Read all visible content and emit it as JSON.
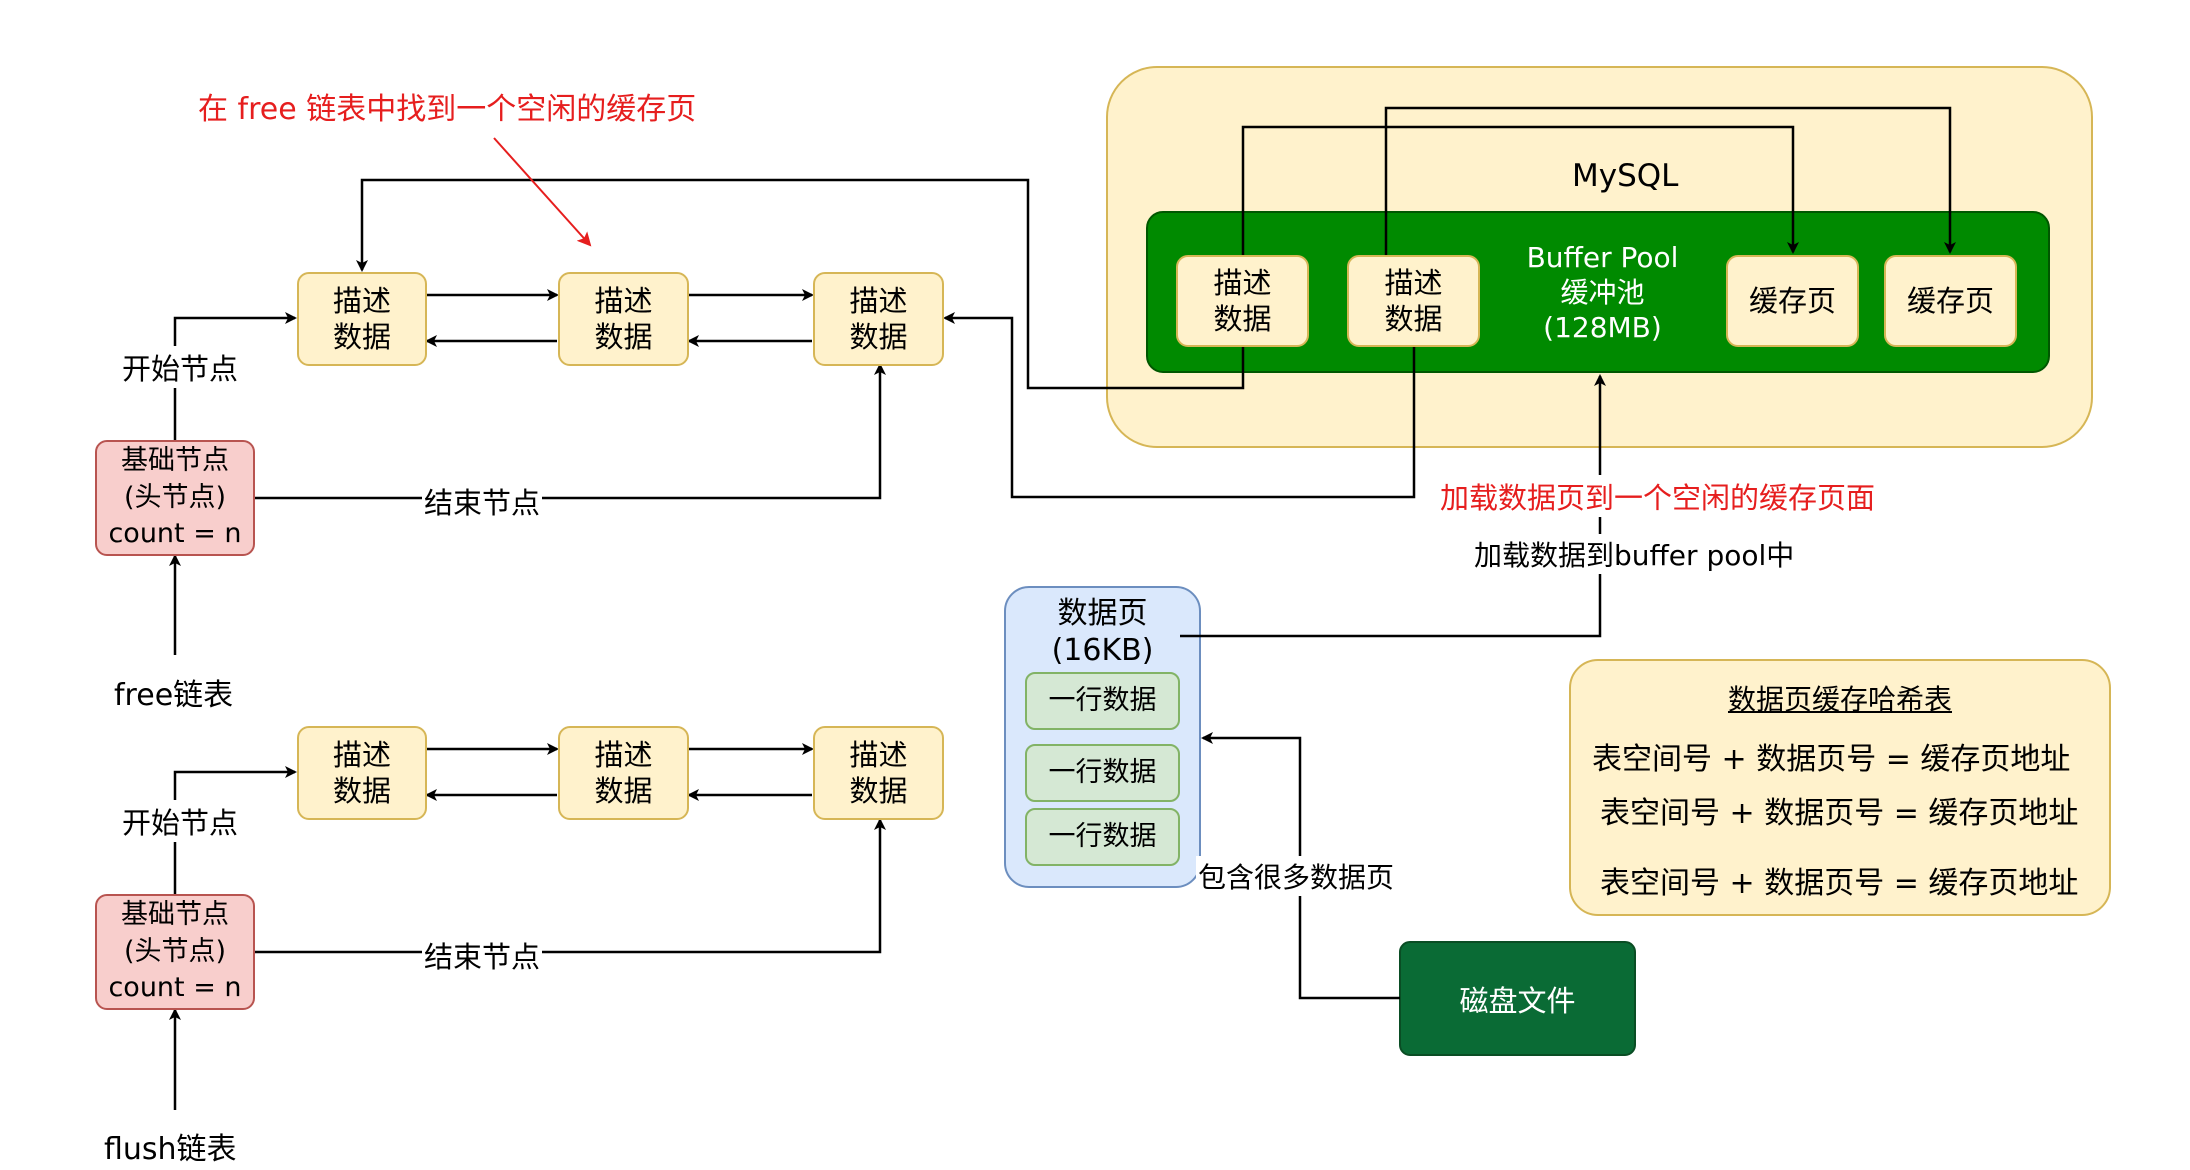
{
  "free_list": {
    "label": "free链表",
    "start_label": "开始节点",
    "end_label": "结束节点",
    "head": {
      "line1": "基础节点",
      "line2": "(头节点)",
      "line3": "count = n"
    },
    "nodes": [
      "描述\n数据",
      "描述\n数据",
      "描述\n数据"
    ]
  },
  "flush_list": {
    "label": "flush链表",
    "start_label": "开始节点",
    "end_label": "结束节点",
    "head": {
      "line1": "基础节点",
      "line2": "(头节点)",
      "line3": "count = n"
    },
    "nodes": [
      "描述\n数据",
      "描述\n数据",
      "描述\n数据"
    ]
  },
  "annotations": {
    "find_free": "在 free 链表中找到一个空闲的缓存页",
    "load_page": "加载数据页到一个空闲的缓存页面",
    "load_to_pool": "加载数据到buffer pool中",
    "contains_pages": "包含很多数据页"
  },
  "mysql": {
    "title": "MySQL",
    "buffer_pool": {
      "line1": "Buffer Pool",
      "line2": "缓冲池",
      "line3": "(128MB)"
    },
    "desc_blocks": [
      "描述\n数据",
      "描述\n数据"
    ],
    "cache_pages": [
      "缓存页",
      "缓存页"
    ]
  },
  "data_page": {
    "title_line1": "数据页",
    "title_line2": "(16KB)",
    "rows": [
      "一行数据",
      "一行数据",
      "一行数据"
    ]
  },
  "disk": {
    "label": "磁盘文件"
  },
  "hash_table": {
    "title": "数据页缓存哈希表",
    "entries": [
      "表空间号 + 数据页号 = 缓存页地址",
      "表空间号 + 数据页号 = 缓存页地址",
      "表空间号 + 数据页号 = 缓存页地址"
    ]
  },
  "colors": {
    "mysql_bg": "#fff2cc",
    "mysql_border": "#d6b656",
    "pool_bg": "#008a00",
    "pool_border": "#005700",
    "desc_bg": "#fff2cc",
    "head_bg": "#f8cecc",
    "page_bg": "#dae8fc",
    "page_border": "#6c8ebf",
    "row_bg": "#d5e8d4",
    "disk_bg": "#0a6b35",
    "annotation_red": "#e61e1e"
  }
}
